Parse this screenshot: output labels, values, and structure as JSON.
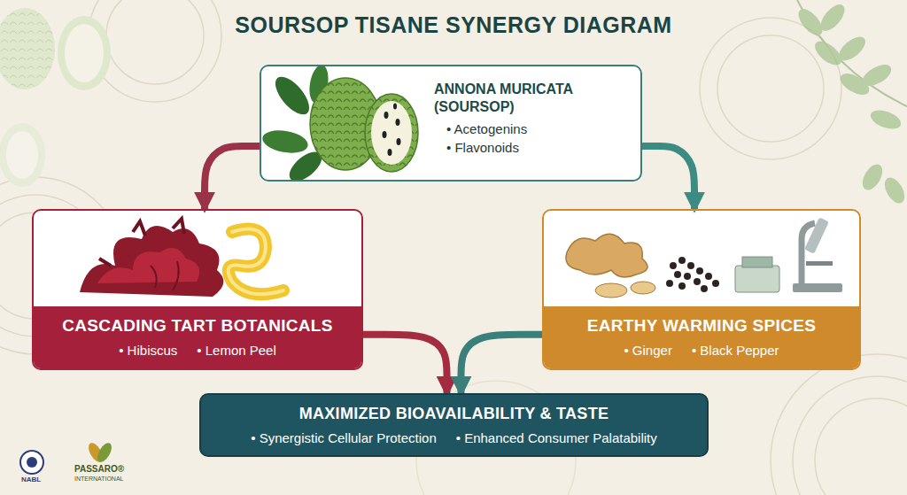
{
  "diagram": {
    "title": "SOURSOP TISANE SYNERGY DIAGRAM",
    "nodes": [
      {
        "text": [
          "ANNONA MURICATA (SOURSOP)",
          "• Acetogenins",
          "• Flavonoids"
        ]
      },
      {
        "text": [
          "CASCADING TART BOTANICALS",
          "• Hibiscus",
          "• Lemon Peel"
        ]
      },
      {
        "text": [
          "EARTHY WARMING SPICES",
          "• Ginger",
          "• Black Pepper"
        ]
      },
      {
        "text": [
          "MAXIMIZED BIOAVAILABILITY & TASTE",
          "• Synergistic Cellular Protection",
          "• Enhanced Consumer Palatability"
        ]
      }
    ],
    "edges": [
      {
        "from": 0,
        "to": 1,
        "arrow": "to"
      },
      {
        "from": 0,
        "to": 2,
        "arrow": "to"
      },
      {
        "from": 1,
        "to": 3,
        "arrow": "to"
      },
      {
        "from": 2,
        "to": 3,
        "arrow": "to"
      }
    ],
    "labels": [
      "NABL",
      "PASSARO®",
      "INTERNATIONAL"
    ]
  }
}
